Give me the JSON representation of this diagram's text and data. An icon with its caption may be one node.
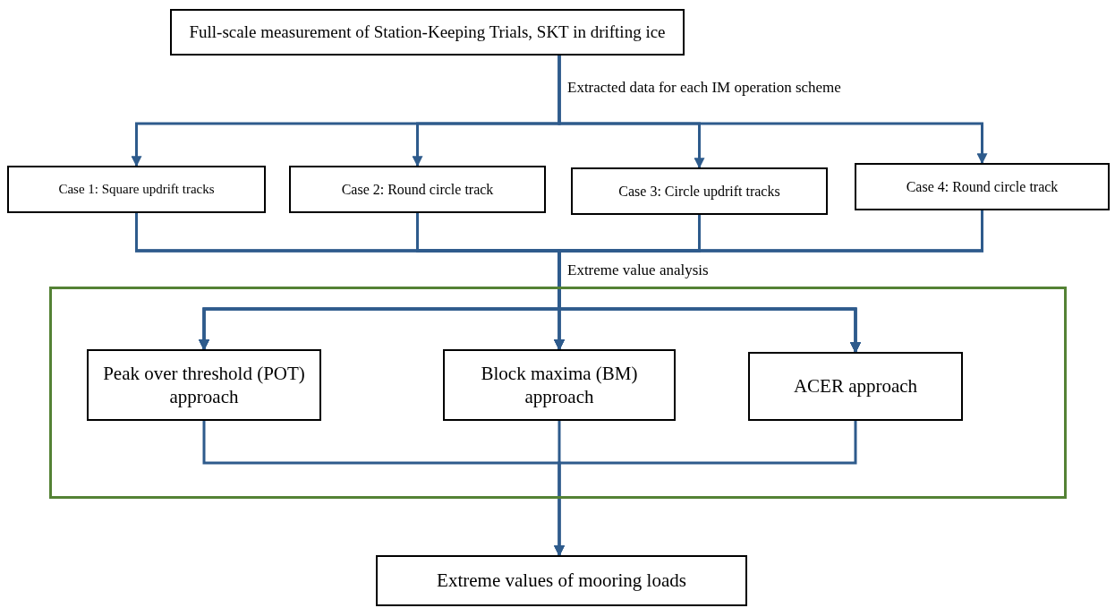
{
  "diagram": {
    "nodes": [
      {
        "text": [
          "Full-scale measurement of Station-Keeping Trials, SKT in drifting ice"
        ]
      },
      {
        "text": [
          "Case 1: Square updrift tracks"
        ]
      },
      {
        "text": [
          "Case 2: Round circle track"
        ]
      },
      {
        "text": [
          "Case 3: Circle updrift tracks"
        ]
      },
      {
        "text": [
          "Case 4: Round circle track"
        ]
      },
      {
        "text": [],
        "shape": "box"
      },
      {
        "text": [
          "Peak over threshold (POT) approach"
        ],
        "in": 5
      },
      {
        "text": [
          "Block maxima (BM) approach"
        ],
        "in": 5
      },
      {
        "text": [
          "ACER approach"
        ],
        "in": 5
      },
      {
        "text": [
          "Extreme values of mooring loads"
        ]
      }
    ],
    "edges": [
      {
        "from": 0,
        "to": 1,
        "arrow": "to",
        "label": "Extracted data for each IM operation scheme"
      },
      {
        "from": 0,
        "to": 2,
        "arrow": "to"
      },
      {
        "from": 0,
        "to": 3,
        "arrow": "to"
      },
      {
        "from": 0,
        "to": 4,
        "arrow": "to"
      },
      {
        "from": 1,
        "to": 6,
        "arrow": "to",
        "label": "Extreme value analysis"
      },
      {
        "from": 1,
        "to": 7,
        "arrow": "to"
      },
      {
        "from": 1,
        "to": 8,
        "arrow": "to"
      },
      {
        "from": 2,
        "to": 6,
        "arrow": "to"
      },
      {
        "from": 2,
        "to": 7,
        "arrow": "to"
      },
      {
        "from": 2,
        "to": 8,
        "arrow": "to"
      },
      {
        "from": 3,
        "to": 6,
        "arrow": "to"
      },
      {
        "from": 3,
        "to": 7,
        "arrow": "to"
      },
      {
        "from": 3,
        "to": 8,
        "arrow": "to"
      },
      {
        "from": 4,
        "to": 6,
        "arrow": "to"
      },
      {
        "from": 4,
        "to": 7,
        "arrow": "to"
      },
      {
        "from": 4,
        "to": 8,
        "arrow": "to"
      },
      {
        "from": 6,
        "to": 9,
        "arrow": "to"
      },
      {
        "from": 7,
        "to": 9,
        "arrow": "to"
      },
      {
        "from": 8,
        "to": 9,
        "arrow": "to"
      }
    ]
  }
}
